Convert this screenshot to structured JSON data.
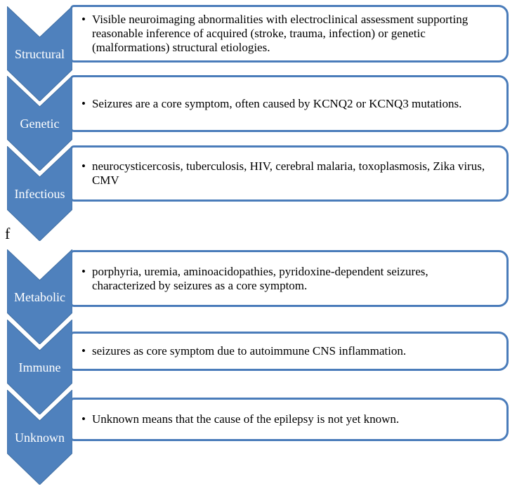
{
  "page": {
    "background": "#ffffff",
    "figure_label": "f"
  },
  "colors": {
    "chevron_fill": "#4f81bd",
    "chevron_stroke": "#4270a4",
    "box_border": "#4a7cba",
    "label_text": "#ffffff",
    "body_text": "#000000"
  },
  "bullet_glyph": "•",
  "diagrams": [
    {
      "rows": [
        {
          "label": "Structural",
          "text": "Visible neuroimaging abnormalities with electroclinical assessment supporting reasonable inference of acquired (stroke, trauma, infection) or genetic (malformations) structural etiologies."
        },
        {
          "label": "Genetic",
          "text": "Seizures are a core symptom, often caused by KCNQ2 or KCNQ3 mutations."
        },
        {
          "label": "Infectious",
          "text": "neurocysticercosis, tuberculosis, HIV, cerebral malaria, toxoplasmosis, Zika virus, CMV"
        }
      ]
    },
    {
      "rows": [
        {
          "label": "Metabolic",
          "text": "porphyria, uremia, aminoacidopathies, pyridoxine-dependent seizures, characterized by seizures as a core symptom."
        },
        {
          "label": "Immune",
          "text": "seizures as core symptom due to autoimmune CNS inflammation."
        },
        {
          "label": "Unknown",
          "text": "Unknown means that the cause of the epilepsy is not yet known."
        }
      ]
    }
  ]
}
